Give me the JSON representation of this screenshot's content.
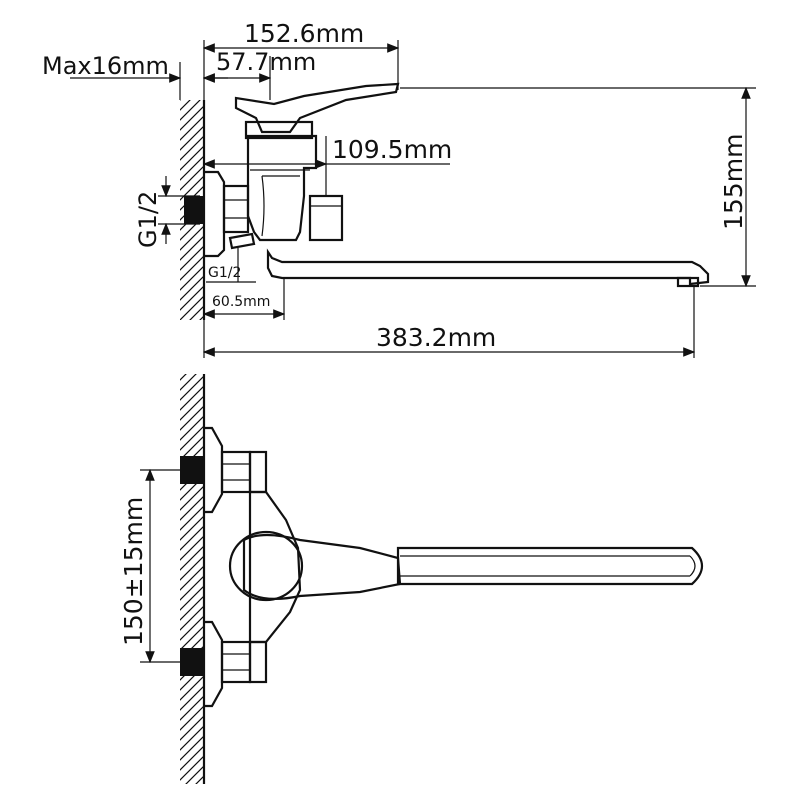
{
  "top_view": {
    "dims": {
      "overall_height": "152.6mm",
      "max_wall": "Max16mm",
      "handle_offset": "57.7mm",
      "body_offset": "109.5mm",
      "height_right": "155mm",
      "thread_left": "G1/2",
      "thread_small": "G1/2",
      "inlet_offset": "60.5mm",
      "spout_length": "383.2mm"
    }
  },
  "bottom_view": {
    "dims": {
      "inlet_spacing": "150±15mm"
    }
  }
}
